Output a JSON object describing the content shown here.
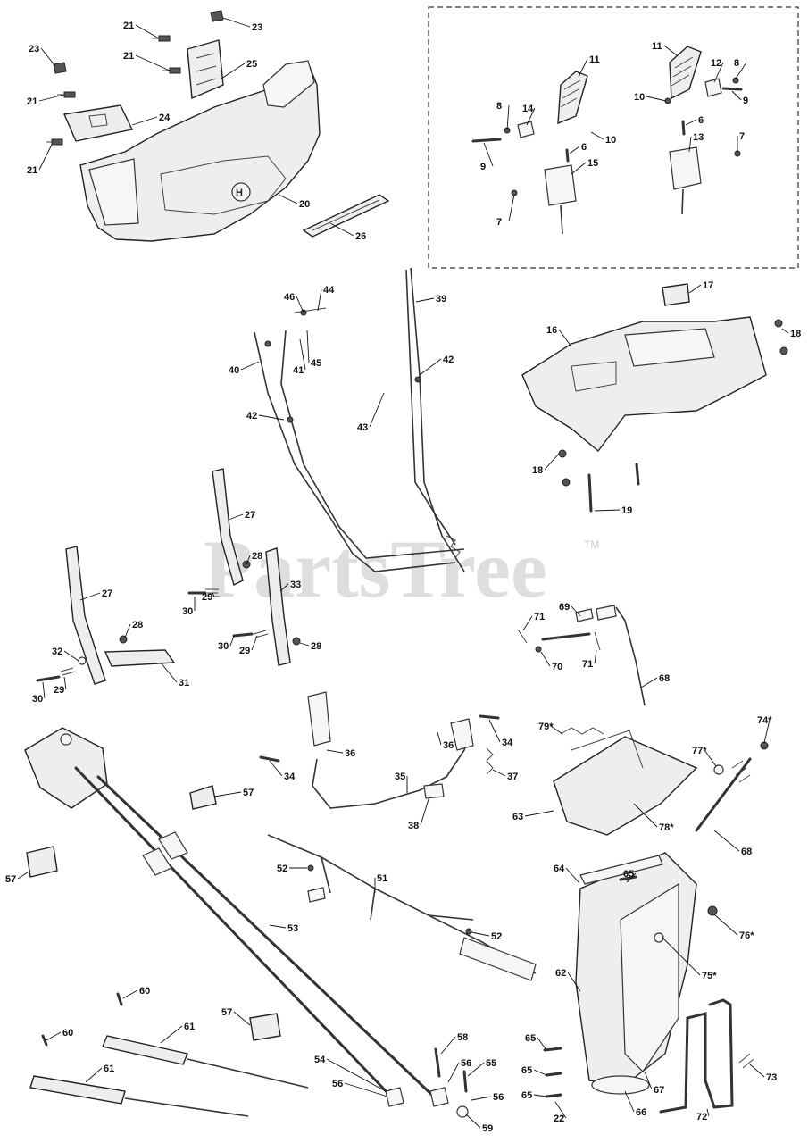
{
  "watermark": {
    "text": "PartsTree",
    "tm": "TM"
  },
  "callouts": [
    {
      "id": "c21a",
      "label": "21"
    },
    {
      "id": "c23a",
      "label": "23"
    },
    {
      "id": "c23b",
      "label": "23"
    },
    {
      "id": "c21b",
      "label": "21"
    },
    {
      "id": "c25",
      "label": "25"
    },
    {
      "id": "c21c",
      "label": "21"
    },
    {
      "id": "c24",
      "label": "24"
    },
    {
      "id": "c21d",
      "label": "21"
    },
    {
      "id": "c20",
      "label": "20"
    },
    {
      "id": "c26",
      "label": "26"
    },
    {
      "id": "c11a",
      "label": "11"
    },
    {
      "id": "c11b",
      "label": "11"
    },
    {
      "id": "c12",
      "label": "12"
    },
    {
      "id": "c8a",
      "label": "8"
    },
    {
      "id": "c10a",
      "label": "10"
    },
    {
      "id": "c9a",
      "label": "9"
    },
    {
      "id": "c8b",
      "label": "8"
    },
    {
      "id": "c14",
      "label": "14"
    },
    {
      "id": "c10b",
      "label": "10"
    },
    {
      "id": "c6a",
      "label": "6"
    },
    {
      "id": "c6b",
      "label": "6"
    },
    {
      "id": "c9b",
      "label": "9"
    },
    {
      "id": "c13",
      "label": "13"
    },
    {
      "id": "c7a",
      "label": "7"
    },
    {
      "id": "c15",
      "label": "15"
    },
    {
      "id": "c7b",
      "label": "7"
    },
    {
      "id": "c46",
      "label": "46"
    },
    {
      "id": "c44",
      "label": "44"
    },
    {
      "id": "c39",
      "label": "39"
    },
    {
      "id": "c45",
      "label": "45"
    },
    {
      "id": "c41",
      "label": "41"
    },
    {
      "id": "c40",
      "label": "40"
    },
    {
      "id": "c42a",
      "label": "42"
    },
    {
      "id": "c42b",
      "label": "42"
    },
    {
      "id": "c43",
      "label": "43"
    },
    {
      "id": "c17",
      "label": "17"
    },
    {
      "id": "c16",
      "label": "16"
    },
    {
      "id": "c18a",
      "label": "18"
    },
    {
      "id": "c18b",
      "label": "18"
    },
    {
      "id": "c19",
      "label": "19"
    },
    {
      "id": "c27a",
      "label": "27"
    },
    {
      "id": "c28a",
      "label": "28"
    },
    {
      "id": "c27b",
      "label": "27"
    },
    {
      "id": "c33",
      "label": "33"
    },
    {
      "id": "c29a",
      "label": "29"
    },
    {
      "id": "c30a",
      "label": "30"
    },
    {
      "id": "c28b",
      "label": "28"
    },
    {
      "id": "c30b",
      "label": "30"
    },
    {
      "id": "c29b",
      "label": "29"
    },
    {
      "id": "c28c",
      "label": "28"
    },
    {
      "id": "c32",
      "label": "32"
    },
    {
      "id": "c29c",
      "label": "29"
    },
    {
      "id": "c30c",
      "label": "30"
    },
    {
      "id": "c31",
      "label": "31"
    },
    {
      "id": "c69",
      "label": "69"
    },
    {
      "id": "c71a",
      "label": "71"
    },
    {
      "id": "c70",
      "label": "70"
    },
    {
      "id": "c71b",
      "label": "71"
    },
    {
      "id": "c68a",
      "label": "68"
    },
    {
      "id": "c36a",
      "label": "36"
    },
    {
      "id": "c34a",
      "label": "34"
    },
    {
      "id": "c36b",
      "label": "36"
    },
    {
      "id": "c37",
      "label": "37"
    },
    {
      "id": "c34b",
      "label": "34"
    },
    {
      "id": "c35",
      "label": "35"
    },
    {
      "id": "c38",
      "label": "38"
    },
    {
      "id": "c57a",
      "label": "57"
    },
    {
      "id": "c57b",
      "label": "57"
    },
    {
      "id": "c79",
      "label": "79*"
    },
    {
      "id": "c74",
      "label": "74*"
    },
    {
      "id": "c77",
      "label": "77*"
    },
    {
      "id": "c63",
      "label": "63"
    },
    {
      "id": "c78",
      "label": "78*"
    },
    {
      "id": "c68b",
      "label": "68"
    },
    {
      "id": "c52a",
      "label": "52"
    },
    {
      "id": "c51",
      "label": "51"
    },
    {
      "id": "c52b",
      "label": "52"
    },
    {
      "id": "c53",
      "label": "53"
    },
    {
      "id": "c64",
      "label": "64"
    },
    {
      "id": "c65a",
      "label": "65"
    },
    {
      "id": "c76",
      "label": "76*"
    },
    {
      "id": "c62",
      "label": "62"
    },
    {
      "id": "c75",
      "label": "75*"
    },
    {
      "id": "c60a",
      "label": "60"
    },
    {
      "id": "c60b",
      "label": "60"
    },
    {
      "id": "c61a",
      "label": "61"
    },
    {
      "id": "c57c",
      "label": "57"
    },
    {
      "id": "c61b",
      "label": "61"
    },
    {
      "id": "c58",
      "label": "58"
    },
    {
      "id": "c54",
      "label": "54"
    },
    {
      "id": "c56a",
      "label": "56"
    },
    {
      "id": "c55",
      "label": "55"
    },
    {
      "id": "c56b",
      "label": "56"
    },
    {
      "id": "c56c",
      "label": "56"
    },
    {
      "id": "c59",
      "label": "59"
    },
    {
      "id": "c65b",
      "label": "65"
    },
    {
      "id": "c65c",
      "label": "65"
    },
    {
      "id": "c65d",
      "label": "65"
    },
    {
      "id": "c22",
      "label": "22"
    },
    {
      "id": "c67",
      "label": "67"
    },
    {
      "id": "c66",
      "label": "66"
    },
    {
      "id": "c73",
      "label": "73"
    },
    {
      "id": "c72",
      "label": "72"
    }
  ]
}
